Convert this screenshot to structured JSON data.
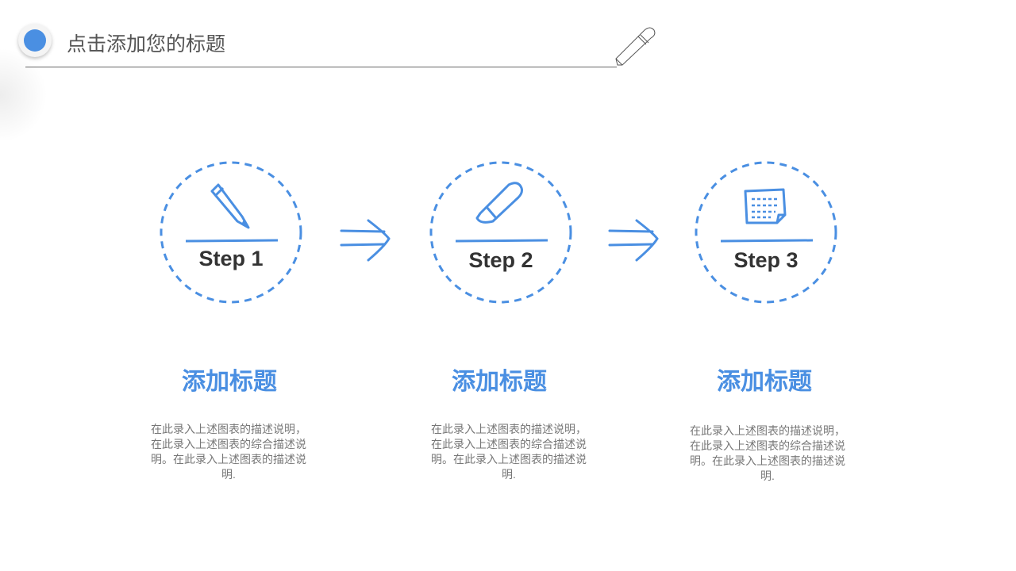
{
  "header": {
    "title": "点击添加您的标题"
  },
  "steps": [
    {
      "label": "Step 1",
      "icon": "pencil-icon",
      "heading": "添加标题",
      "description": "在此录入上述图表的描述说明，在此录入上述图表的综合描述说明。在此录入上述图表的描述说明."
    },
    {
      "label": "Step 2",
      "icon": "eraser-icon",
      "heading": "添加标题",
      "description": "在此录入上述图表的描述说明，在此录入上述图表的综合描述说明。在此录入上述图表的描述说明."
    },
    {
      "label": "Step 3",
      "icon": "notepad-icon",
      "heading": "添加标题",
      "description": "在此录入上述图表的描述说明，在此录入上述图表的综合描述说明。在此录入上述图表的描述说明."
    }
  ],
  "colors": {
    "accent": "#4a8fe2",
    "text": "#333333"
  }
}
